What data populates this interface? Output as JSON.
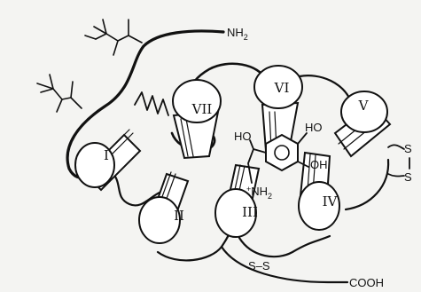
{
  "helices": [
    {
      "id": "I",
      "label": "I"
    },
    {
      "id": "II",
      "label": "II"
    },
    {
      "id": "III",
      "label": "III"
    },
    {
      "id": "IV",
      "label": "IV"
    },
    {
      "id": "V",
      "label": "V"
    },
    {
      "id": "VI",
      "label": "VI"
    },
    {
      "id": "VII",
      "label": "VII"
    }
  ],
  "termini": {
    "n_terminus": {
      "main": "NH",
      "sub": "2"
    },
    "c_terminus": "COOH"
  },
  "ligand": {
    "hydroxyls": [
      "HO",
      "HO",
      "OH"
    ],
    "amine": {
      "charge": "+",
      "main": "NH",
      "sub": "2"
    }
  },
  "disulfides": [
    {
      "id": "ss-bottom",
      "left": "S",
      "bond": "–",
      "right": "S"
    },
    {
      "id": "ss-right",
      "top": "S",
      "bottom": "S"
    }
  ],
  "colors": {
    "line": "#111111",
    "background": "#f4f4f2",
    "helix_fill": "#ffffff"
  }
}
